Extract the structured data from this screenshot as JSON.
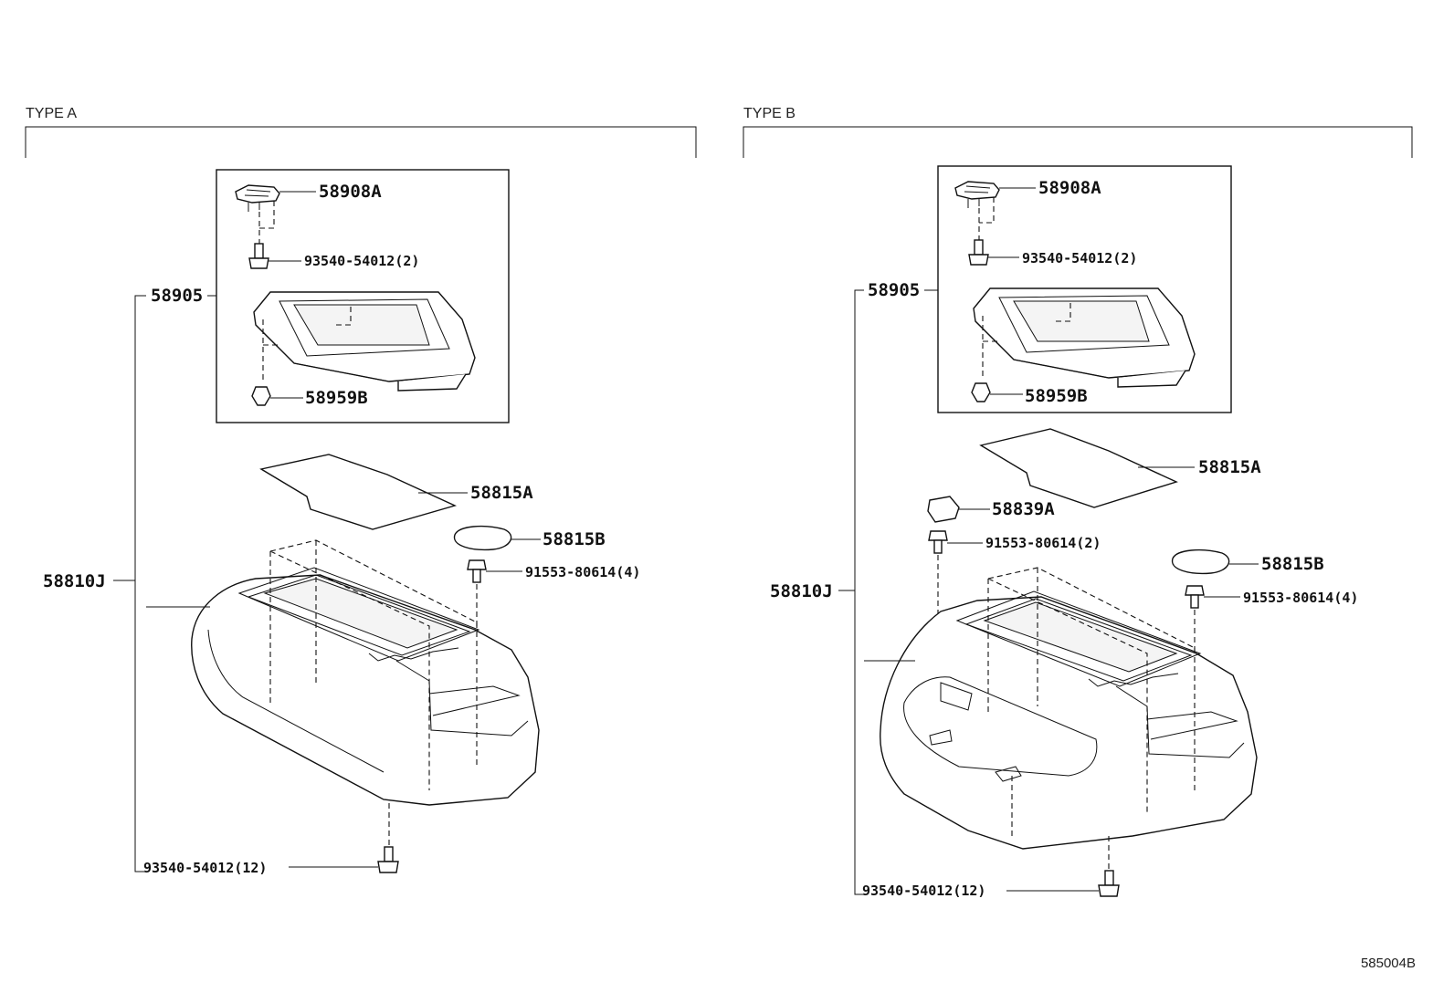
{
  "diagram_id": "585004B",
  "panels": [
    {
      "type_label": "TYPE A",
      "labels": {
        "p58908A": "58908A",
        "p93540_2": "93540-54012(2)",
        "p58905": "58905",
        "p58959B": "58959B",
        "p58815A": "58815A",
        "p58815B": "58815B",
        "p91553_4": "91553-80614(4)",
        "p58810J": "58810J",
        "p93540_12": "93540-54012(12)"
      }
    },
    {
      "type_label": "TYPE B",
      "labels": {
        "p58908A": "58908A",
        "p93540_2": "93540-54012(2)",
        "p58905": "58905",
        "p58959B": "58959B",
        "p58815A": "58815A",
        "p58839A": "58839A",
        "p91553_2": "91553-80614(2)",
        "p58815B": "58815B",
        "p91553_4": "91553-80614(4)",
        "p58810J": "58810J",
        "p93540_12": "93540-54012(12)"
      }
    }
  ]
}
